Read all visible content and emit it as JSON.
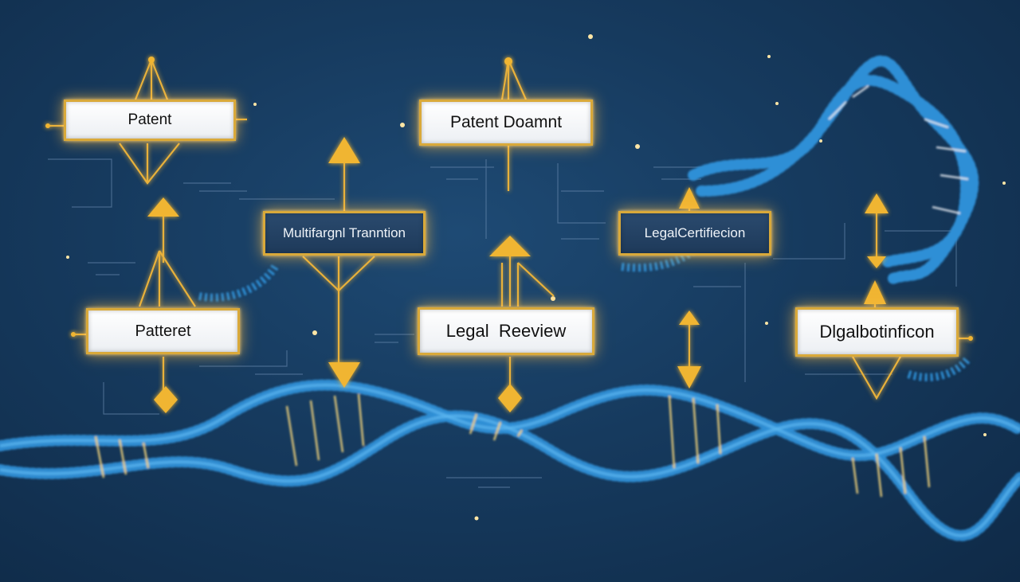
{
  "diagram": {
    "colors": {
      "background": "#163a5e",
      "connector": "#e8b13a",
      "glow": "#ffc24d",
      "dna": "#2f8fd6",
      "dna_rung": "#f1d27a"
    },
    "nodes": {
      "patent_top": "Patent",
      "patent_document": "Patent Doamnt",
      "translation": "Multifargnl Tranntion",
      "certification": "LegalCertifiecion",
      "patent_mid": "Patteret",
      "legal_review": "Legal  Reeview",
      "digital": "Dlgalbotinficon"
    }
  }
}
